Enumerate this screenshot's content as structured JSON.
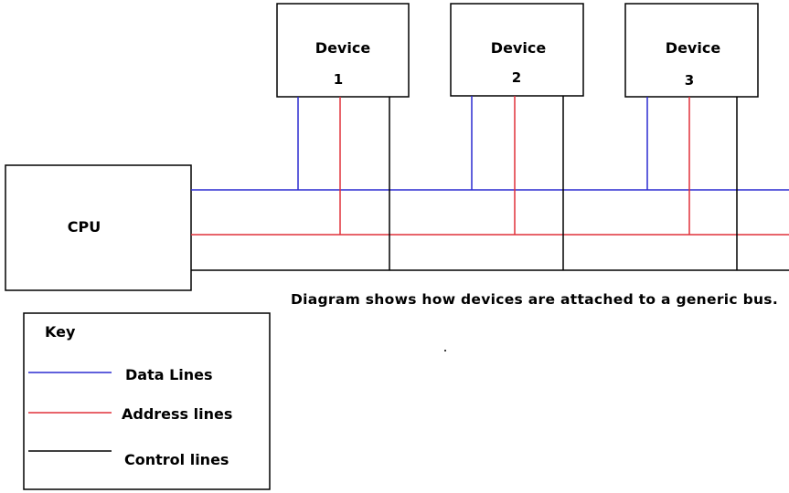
{
  "cpu": {
    "label": "CPU"
  },
  "devices": [
    {
      "name": "Device",
      "number": "1"
    },
    {
      "name": "Device",
      "number": "2"
    },
    {
      "name": "Device",
      "number": "3"
    }
  ],
  "caption": "Diagram shows how devices are attached to a generic bus.",
  "key": {
    "title": "Key",
    "items": [
      {
        "label": "Data Lines",
        "color": "#2b2bd0"
      },
      {
        "label": "Address lines",
        "color": "#e0303a"
      },
      {
        "label": "Control lines",
        "color": "#000000"
      }
    ]
  },
  "colors": {
    "data": "#2b2bd0",
    "address": "#e0303a",
    "control": "#000000"
  }
}
